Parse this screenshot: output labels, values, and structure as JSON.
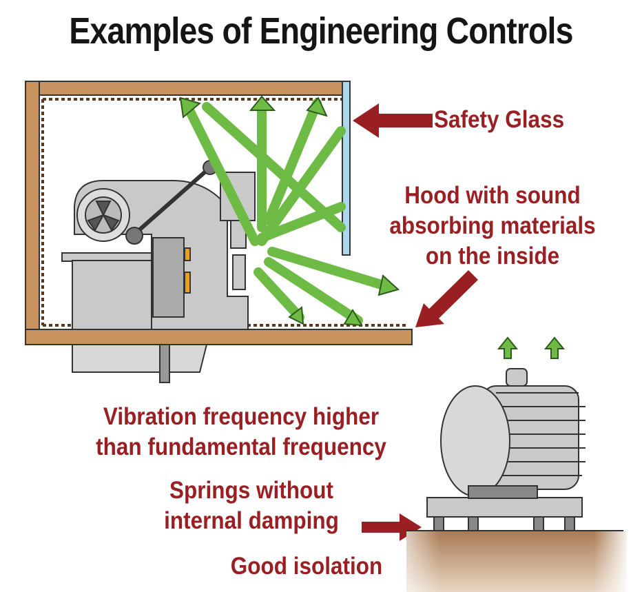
{
  "title": "Examples of Engineering Controls",
  "labels": {
    "safety_glass": "Safety Glass",
    "hood_line1": "Hood with sound",
    "hood_line2": "absorbing materials",
    "hood_line3": "on the inside",
    "vibration_line1": "Vibration frequency higher",
    "vibration_line2": "than fundamental frequency",
    "springs_line1": "Springs without",
    "springs_line2": "internal damping",
    "good_isolation": "Good isolation"
  },
  "colors": {
    "label": "#9a1f22",
    "hood": "#c8935e",
    "glass": "#a9d8ec",
    "sound_arrow": "#6dbb45",
    "machine": "#c9c9c9",
    "ground": "#a87a52"
  }
}
